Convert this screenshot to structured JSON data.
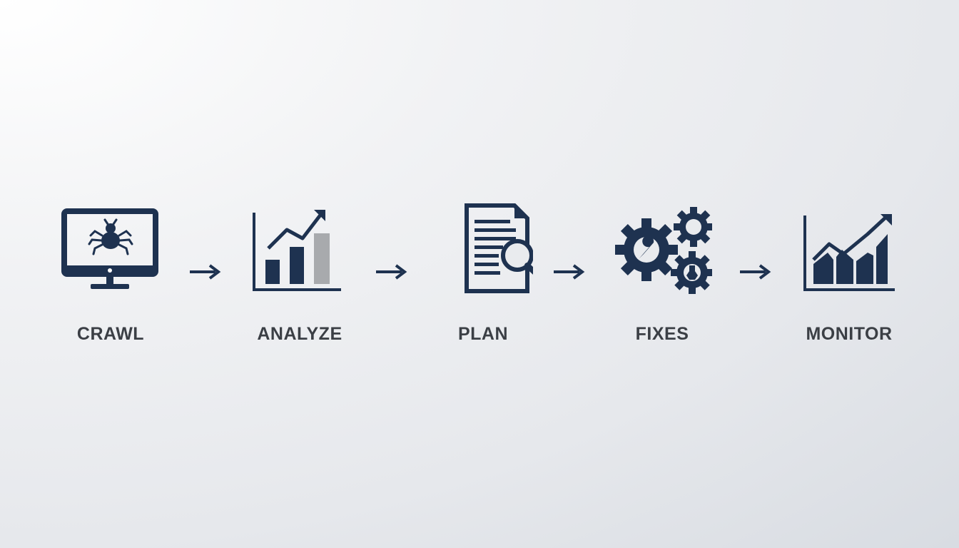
{
  "colors": {
    "icon": "#1e3250",
    "accent_gray": "#a8aaad",
    "label": "#3b3f45"
  },
  "steps": [
    {
      "label": "CRAWL",
      "icon": "monitor-bug-icon"
    },
    {
      "label": "ANALYZE",
      "icon": "bar-chart-trend-icon"
    },
    {
      "label": "PLAN",
      "icon": "document-search-icon"
    },
    {
      "label": "FIXES",
      "icon": "gears-tools-icon"
    },
    {
      "label": "MONITOR",
      "icon": "growth-chart-icon"
    }
  ],
  "connectors": [
    "arrow-right-icon",
    "arrow-right-icon",
    "arrow-right-icon",
    "arrow-right-icon"
  ]
}
